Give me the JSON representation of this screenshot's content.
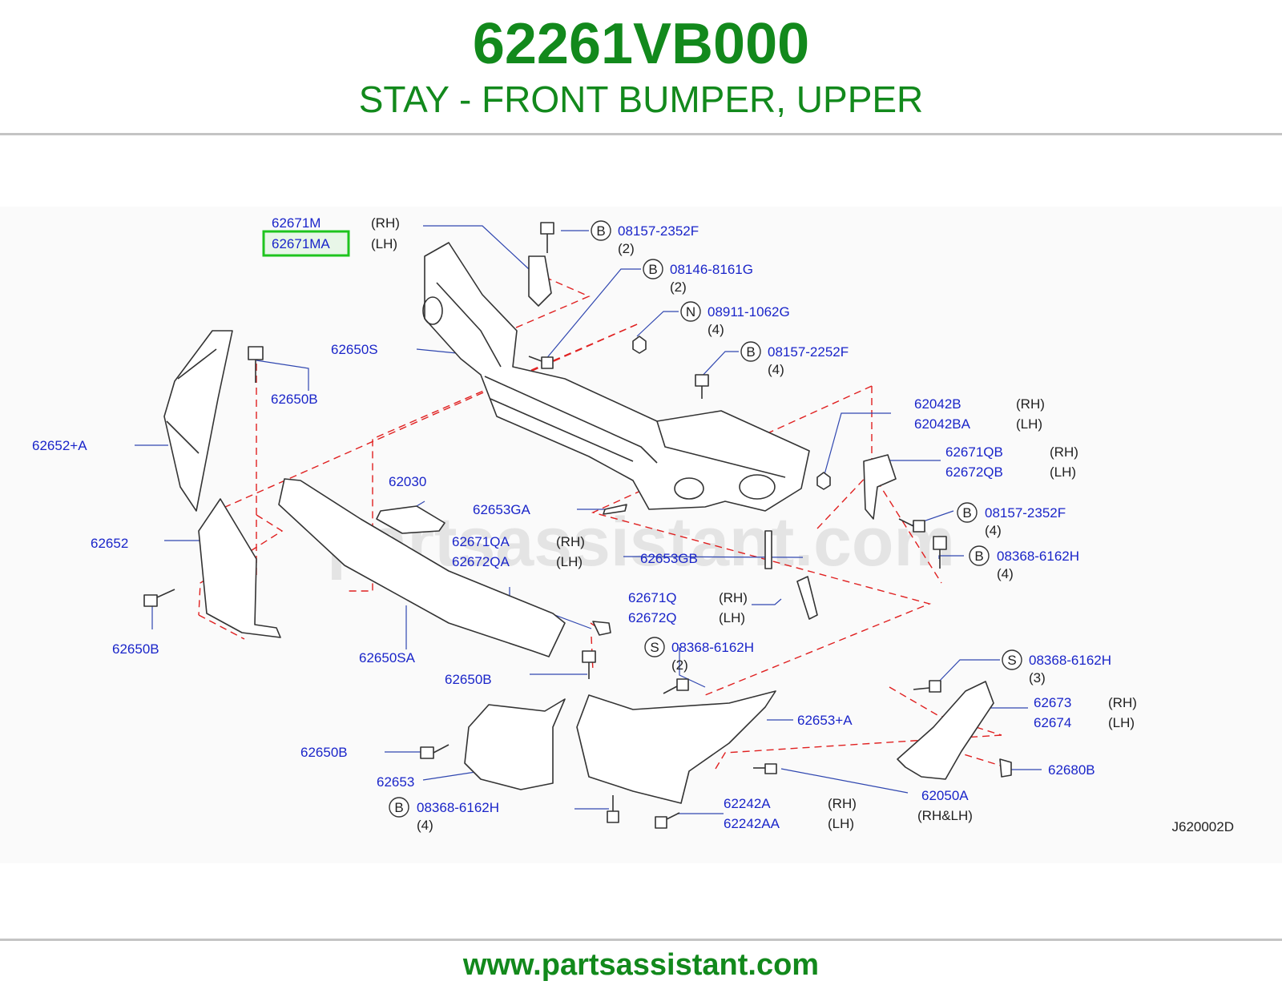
{
  "header": {
    "part_number": "62261VB000",
    "description": "STAY - FRONT BUMPER, UPPER"
  },
  "colors": {
    "brand_green": "#12891c",
    "label_blue": "#1a25c9",
    "highlight_box": "#1ec41e",
    "dashed_line": "#e02020",
    "leader_line": "#3047b0",
    "diagram_bg": "#fafafa",
    "part_stroke": "#333333"
  },
  "diagram": {
    "watermark": "partsassistant.com",
    "figure_code": "J620002D",
    "hardware": [
      {
        "prefix": "B",
        "part": "08157-2352F",
        "qty": "(2)"
      },
      {
        "prefix": "B",
        "part": "08146-8161G",
        "qty": "(2)"
      },
      {
        "prefix": "N",
        "part": "08911-1062G",
        "qty": "(4)"
      },
      {
        "prefix": "B",
        "part": "08157-2252F",
        "qty": "(4)"
      },
      {
        "prefix": "B",
        "part": "08157-2352F",
        "qty": "(4)"
      },
      {
        "prefix": "B",
        "part": "08368-6162H",
        "qty": "(4)"
      },
      {
        "prefix": "S",
        "part": "08368-6162H",
        "qty": "(2)"
      },
      {
        "prefix": "S",
        "part": "08368-6162H",
        "qty": "(3)"
      },
      {
        "prefix": "B",
        "part": "08368-6162H",
        "qty": "(4)"
      }
    ],
    "labels": [
      {
        "part": "62671M",
        "side": "(RH)"
      },
      {
        "part": "62671MA",
        "side": "(LH)",
        "highlighted": true
      },
      {
        "part": "62650S",
        "side": ""
      },
      {
        "part": "62650B",
        "side": ""
      },
      {
        "part": "62652+A",
        "side": ""
      },
      {
        "part": "62652",
        "side": ""
      },
      {
        "part": "62650B",
        "side": ""
      },
      {
        "part": "62030",
        "side": ""
      },
      {
        "part": "62653GA",
        "side": ""
      },
      {
        "part": "62671QA",
        "side": "(RH)"
      },
      {
        "part": "62672QA",
        "side": "(LH)"
      },
      {
        "part": "62653GB",
        "side": ""
      },
      {
        "part": "62042B",
        "side": "(RH)"
      },
      {
        "part": "62042BA",
        "side": "(LH)"
      },
      {
        "part": "62671QB",
        "side": "(RH)"
      },
      {
        "part": "62672QB",
        "side": "(LH)"
      },
      {
        "part": "62671Q",
        "side": "(RH)"
      },
      {
        "part": "62672Q",
        "side": "(LH)"
      },
      {
        "part": "62650SA",
        "side": ""
      },
      {
        "part": "62650B",
        "side": ""
      },
      {
        "part": "62653+A",
        "side": ""
      },
      {
        "part": "62673",
        "side": "(RH)"
      },
      {
        "part": "62674",
        "side": "(LH)"
      },
      {
        "part": "62650B",
        "side": ""
      },
      {
        "part": "62653",
        "side": ""
      },
      {
        "part": "62680B",
        "side": ""
      },
      {
        "part": "62050A",
        "side": "(RH&LH)"
      },
      {
        "part": "62242A",
        "side": "(RH)"
      },
      {
        "part": "62242AA",
        "side": "(LH)"
      }
    ]
  },
  "footer": {
    "url": "www.partsassistant.com"
  }
}
